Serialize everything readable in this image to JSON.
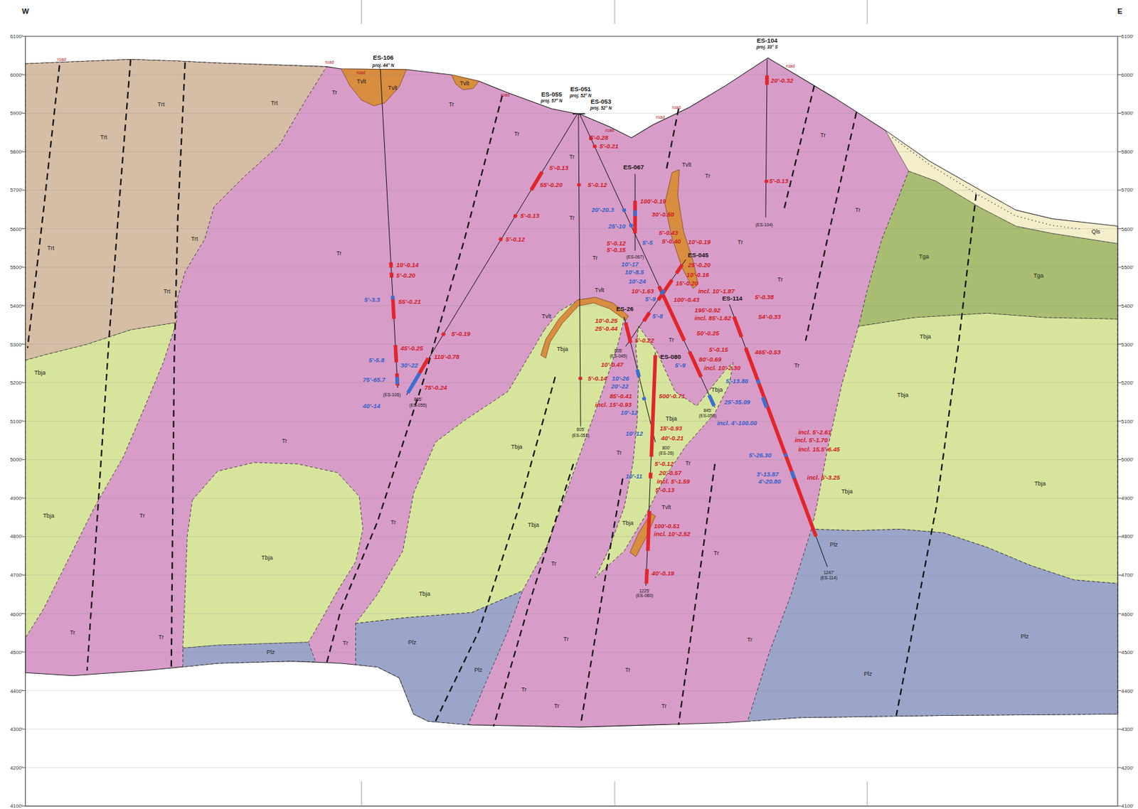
{
  "diagram": {
    "nodes": [
      {
        "text": [
          "Tr",
          "Tr",
          "Tr",
          "Tr",
          "Tr",
          "Tr",
          "Tr",
          "Tr",
          "Tr",
          "Tr",
          "Tr",
          "Tr",
          "Tr",
          "Tr",
          "Tr",
          "Tr",
          "Tr",
          "Tr",
          "Tr",
          "Tr",
          "Tr",
          "Tr",
          "Tr",
          "Tr",
          "Tr",
          "Tr",
          "Tr",
          "Tr",
          "Tr",
          "Tr"
        ]
      },
      {
        "text": [
          "Trt",
          "Trt",
          "Trt",
          "Trt",
          "Trt",
          "Trt"
        ]
      },
      {
        "text": [
          "Tbja",
          "Tbja"
        ]
      },
      {
        "text": [
          "Tbja"
        ]
      },
      {
        "text": [
          "Tbja",
          "Tbja",
          "Tbja",
          "Tbja"
        ]
      },
      {
        "text": [
          "Tbja",
          "Tbja",
          "Tbja"
        ]
      },
      {
        "text": [
          "Tbja",
          "Tbja",
          "Tbja",
          "Tbja"
        ]
      },
      {
        "text": [
          "Tga",
          "Tga"
        ]
      },
      {
        "text": [
          "Qls"
        ]
      },
      {
        "text": [
          "Plz"
        ]
      },
      {
        "text": [
          "Plz",
          "Plz"
        ]
      },
      {
        "text": [
          "Plz",
          "Plz",
          "Plz"
        ]
      },
      {
        "text": [
          "Tvlt",
          "Tvlt"
        ]
      },
      {
        "text": [
          "Tvlt"
        ]
      },
      {
        "text": [
          "Tvlt"
        ]
      },
      {
        "text": [
          "Tvlt",
          "Tvlt"
        ]
      },
      {
        "text": [
          "Tvlt"
        ]
      }
    ],
    "labels": [
      "W",
      "E",
      "6100'",
      "6000'",
      "5900'",
      "5800'",
      "5700'",
      "5600'",
      "5500'",
      "5400'",
      "5300'",
      "5200'",
      "5100'",
      "5000'",
      "4900'",
      "4800'",
      "4700'",
      "4600'",
      "4500'",
      "4400'",
      "4300'",
      "4200'",
      "4100'",
      "6100'",
      "6000'",
      "5900'",
      "5800'",
      "5700'",
      "5600'",
      "5500'",
      "5400'",
      "5300'",
      "5200'",
      "5100'",
      "5000'",
      "4900'",
      "4800'",
      "4700'",
      "4600'",
      "4500'",
      "4400'",
      "4300'",
      "4200'",
      "4100'",
      "road",
      "road",
      "road",
      "road",
      "road",
      "road",
      "road",
      "road",
      "ES-106",
      "proj. 44° N",
      "ES-051",
      "proj. 52° N",
      "ES-055",
      "proj. 57° N",
      "ES-053",
      "proj. 52° N",
      "ES-104",
      "proj. 33° S",
      "ES-067",
      "ES-045",
      "ES-26",
      "ES-080",
      "ES-114",
      "(ES-106)",
      "865'",
      "(ES-055)",
      "805'",
      "(ES-051)",
      "(ES-104)",
      "(ES-067)",
      "805'",
      "(ES-045)",
      "800'",
      "(ES-26)",
      "845'",
      "(ES-053)",
      "1225'",
      "(ES-080)",
      "1247'",
      "(ES-114)",
      "20'-0.32",
      "5'-0.13",
      "10'-0.14",
      "5'-0.20",
      "5'-3.3",
      "55'-0.21",
      "45'-0.25",
      "5'-5.8",
      "110'-0.78",
      "30'-22",
      "75'-65.7",
      "75'-0.24",
      "40'-14",
      "5'-0.19",
      "5'-0.12",
      "5'-0.13",
      "55'-0.20",
      "5'-0.13",
      "5'-0.12",
      "5'-0.14",
      "5'-0.28",
      "5'-0.21",
      "100'-0.19",
      "20'-20.3",
      "30'-0.50",
      "25'-10",
      "5'-0.43",
      "5'-0.40",
      "10'-0.19",
      "5'-5",
      "5'-0.12",
      "5'-0.15",
      "10'-17",
      "25'-0.20",
      "10'-8.5",
      "10'-0.16",
      "10'-24",
      "15'-0.20",
      "10'-1.63",
      "incl. 10'-1.87",
      "5'-9",
      "100'-0.43",
      "195'-0.92",
      "5'-8",
      "incl. 85'-1.62",
      "10'-0.25",
      "25'-0.44",
      "50'-0.25",
      "5'-0.22",
      "5'-0.15",
      "80'-0.69",
      "5'-9",
      "incl. 10'-2.30",
      "10'-0.47",
      "10'-26",
      "20'-22",
      "85'-0.41",
      "500'-0.71",
      "incl. 15'-0.93",
      "10'-12",
      "15'-0.93",
      "10'-12",
      "40'-0.21",
      "5'-0.12",
      "20'-0.57",
      "10'-11",
      "incl. 5'-1.59",
      "5'-0.13",
      "100'-0.51",
      "incl. 10'-2.52",
      "40'-0.19",
      "5'-0.38",
      "54'-0.33",
      "465'-0.53",
      "5'-13.80",
      "25'-35.09",
      "incl. 4'-100.00",
      "incl. 5'-2.61",
      "incl. 5'-1.70",
      "incl. 15.5'-6.45",
      "5'-26.30",
      "3'-13.87",
      "4'-20.80",
      "incl. 5'-3.25"
    ]
  }
}
